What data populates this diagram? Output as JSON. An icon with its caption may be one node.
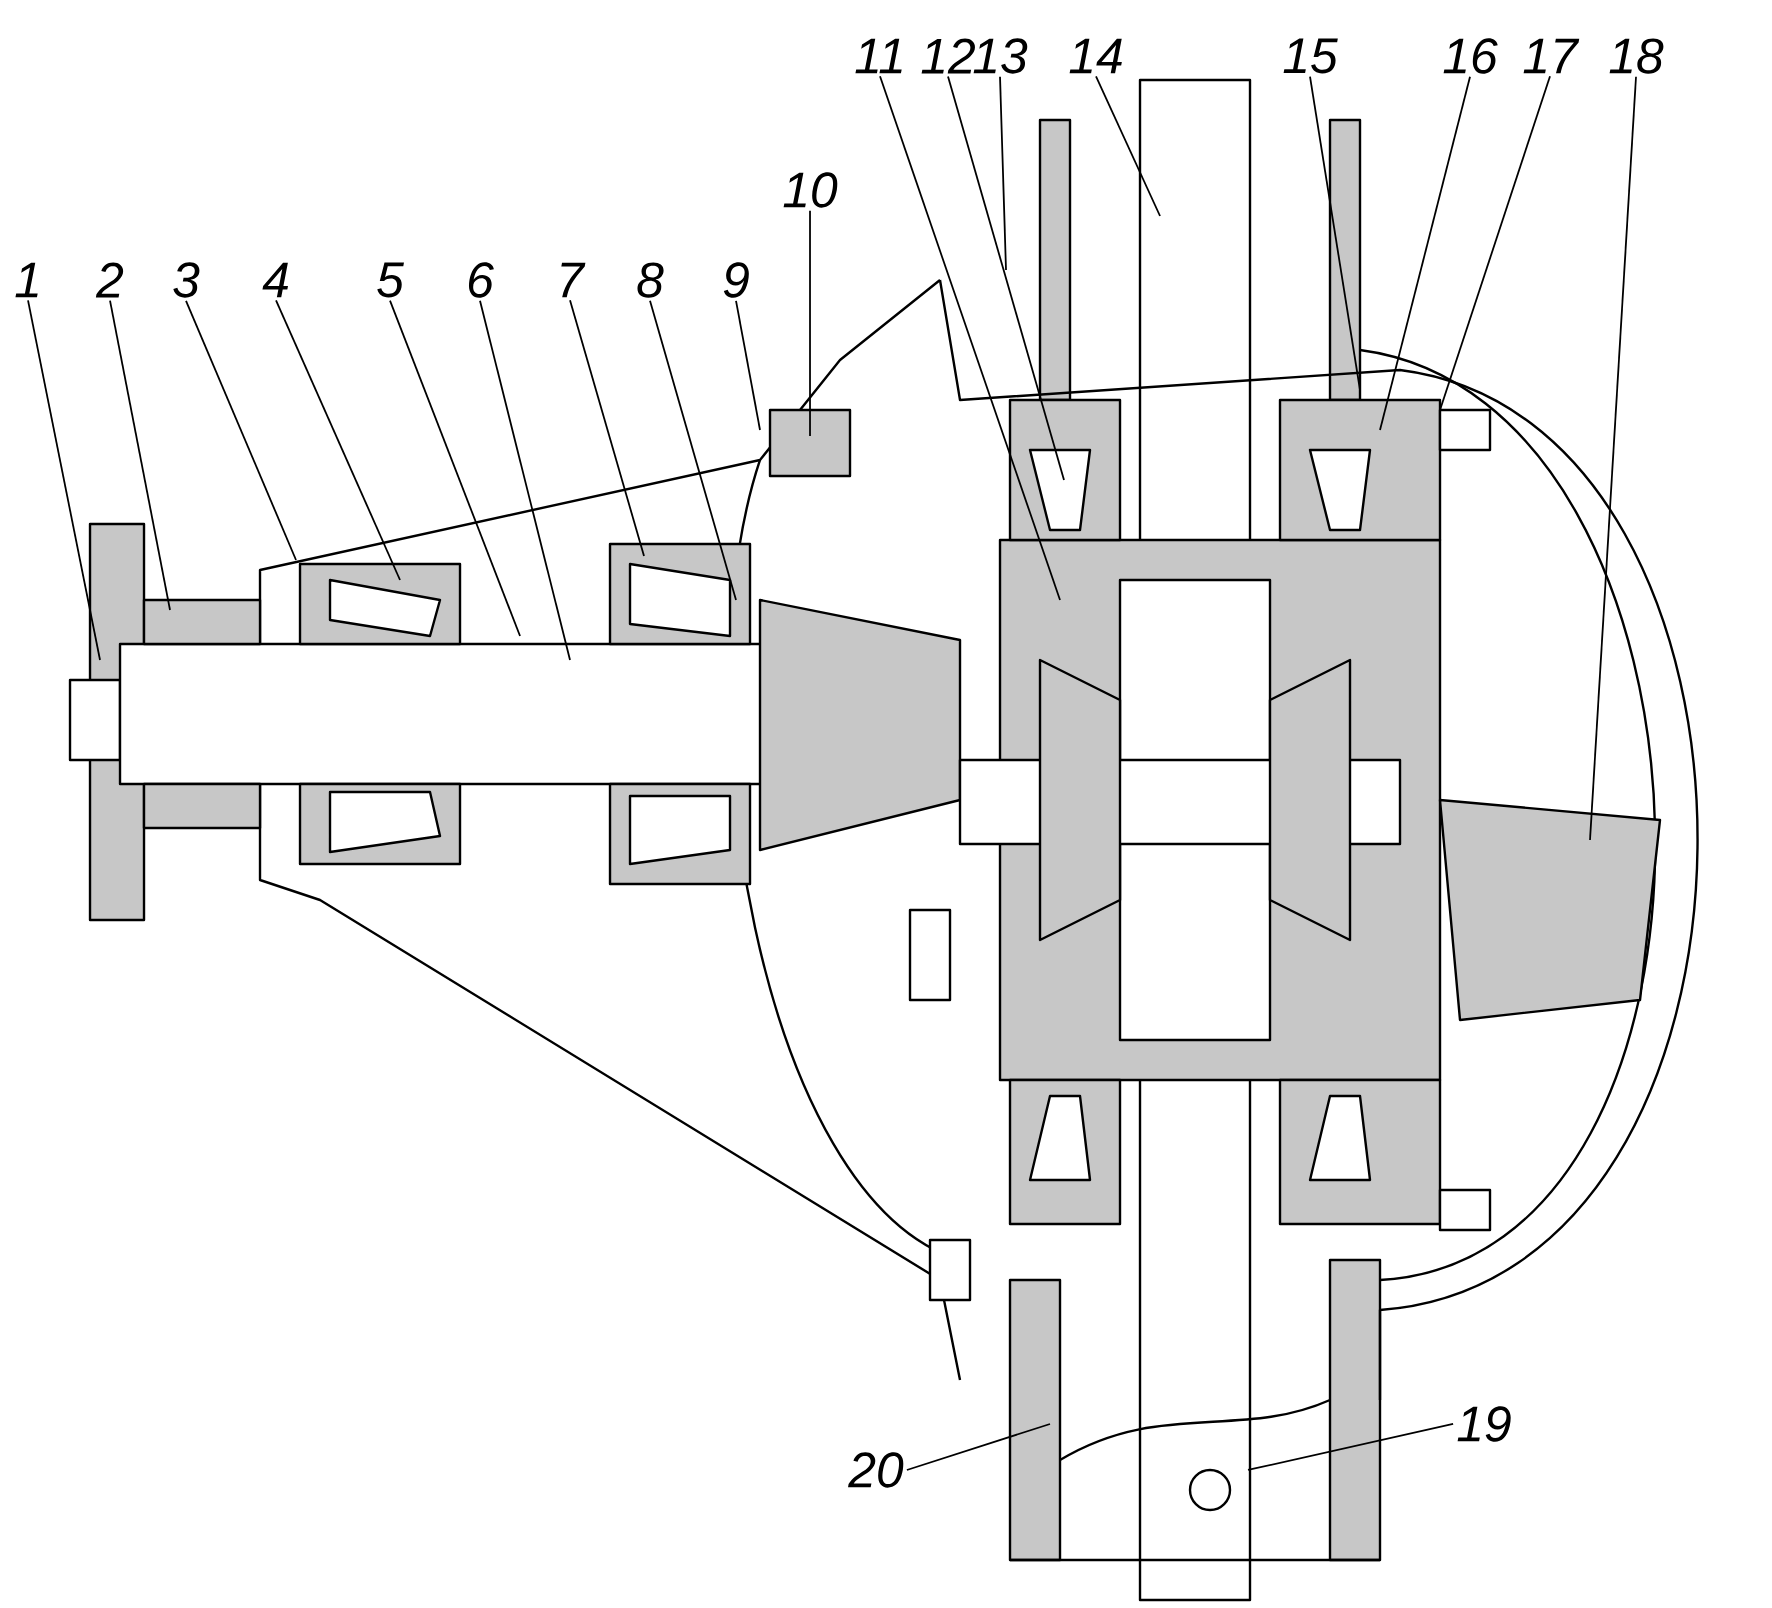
{
  "diagram": {
    "nodes": [
      {
        "text": [
          "1"
        ]
      },
      {
        "text": [
          "2"
        ]
      },
      {
        "text": [
          "3"
        ]
      },
      {
        "text": [
          "4"
        ]
      },
      {
        "text": [
          "5"
        ]
      },
      {
        "text": [
          "6"
        ]
      },
      {
        "text": [
          "7"
        ]
      },
      {
        "text": [
          "8"
        ]
      },
      {
        "text": [
          "9"
        ]
      },
      {
        "text": [
          "10"
        ]
      },
      {
        "text": [
          "11"
        ]
      },
      {
        "text": [
          "12"
        ]
      },
      {
        "text": [
          "13"
        ]
      },
      {
        "text": [
          "14"
        ]
      },
      {
        "text": [
          "15"
        ]
      },
      {
        "text": [
          "16"
        ]
      },
      {
        "text": [
          "17"
        ]
      },
      {
        "text": [
          "18"
        ]
      },
      {
        "text": [
          "19"
        ]
      },
      {
        "text": [
          "20"
        ]
      }
    ],
    "edges": [
      {
        "from": 0,
        "to": null,
        "arrow": "none"
      },
      {
        "from": 1,
        "to": null,
        "arrow": "none"
      },
      {
        "from": 2,
        "to": null,
        "arrow": "none"
      },
      {
        "from": 3,
        "to": null,
        "arrow": "none"
      },
      {
        "from": 4,
        "to": null,
        "arrow": "none"
      },
      {
        "from": 5,
        "to": null,
        "arrow": "none"
      },
      {
        "from": 6,
        "to": null,
        "arrow": "none"
      },
      {
        "from": 7,
        "to": null,
        "arrow": "none"
      },
      {
        "from": 8,
        "to": null,
        "arrow": "none"
      },
      {
        "from": 9,
        "to": null,
        "arrow": "none"
      },
      {
        "from": 10,
        "to": null,
        "arrow": "none"
      },
      {
        "from": 11,
        "to": null,
        "arrow": "none"
      },
      {
        "from": 12,
        "to": null,
        "arrow": "none"
      },
      {
        "from": 13,
        "to": null,
        "arrow": "none"
      },
      {
        "from": 14,
        "to": null,
        "arrow": "none"
      },
      {
        "from": 15,
        "to": null,
        "arrow": "none"
      },
      {
        "from": 16,
        "to": null,
        "arrow": "none"
      },
      {
        "from": 17,
        "to": null,
        "arrow": "none"
      },
      {
        "from": 18,
        "to": null,
        "arrow": "none"
      },
      {
        "from": 19,
        "to": null,
        "arrow": "none"
      }
    ]
  }
}
